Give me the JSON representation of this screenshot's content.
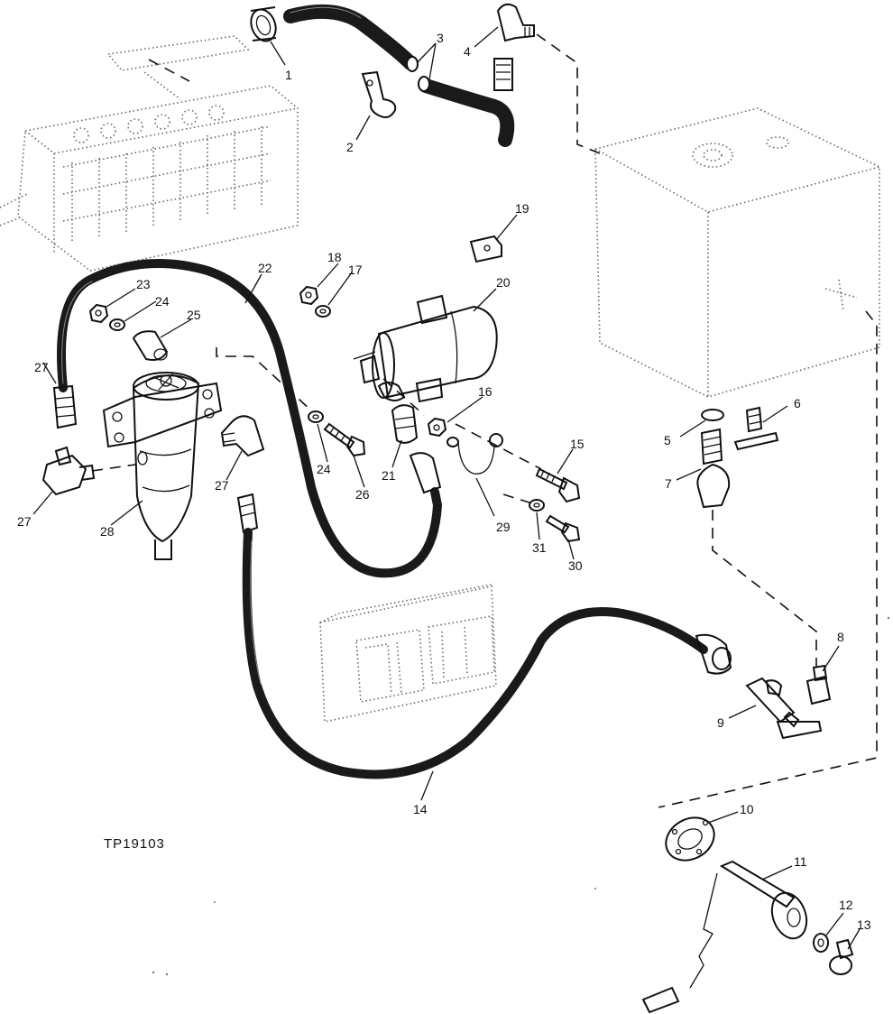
{
  "figure": {
    "id_label": "TP19103"
  },
  "callouts": {
    "c1": "1",
    "c2": "2",
    "c3": "3",
    "c4": "4",
    "c5": "5",
    "c6": "6",
    "c7": "7",
    "c8": "8",
    "c9": "9",
    "c10": "10",
    "c11": "11",
    "c12": "12",
    "c13": "13",
    "c14": "14",
    "c15": "15",
    "c16": "16",
    "c17": "17",
    "c18": "18",
    "c19": "19",
    "c20": "20",
    "c21": "21",
    "c22": "22",
    "c23": "23",
    "c24a": "24",
    "c24b": "24",
    "c25": "25",
    "c26": "26",
    "c27a": "27",
    "c27b": "27",
    "c27c": "27",
    "c28": "28",
    "c29": "29",
    "c30": "30",
    "c31": "31"
  }
}
